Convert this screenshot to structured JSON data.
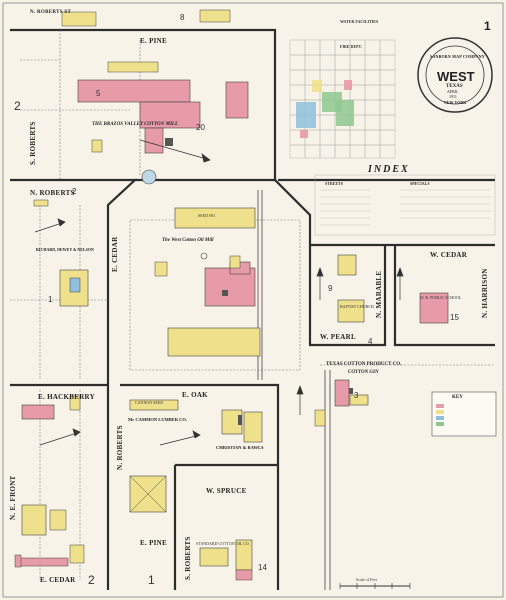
{
  "sheet": {
    "number": "1",
    "block_2_left": "2",
    "block_2_bottom": "2",
    "block_1_bottom": "1",
    "block_2_mid": "2",
    "block_1_left": "1",
    "block_20": "20",
    "block_5": "5",
    "block_8": "8",
    "block_9": "9",
    "block_15": "15",
    "block_14": "14",
    "block_4": "4",
    "block_3": "3"
  },
  "streets": {
    "n_roberts_top": "N. ROBERTS ST",
    "e_pine_top": "E. PINE",
    "s_roberts_left": "S. ROBERTS",
    "n_roberts_mid": "N. ROBERTS",
    "e_cedar_vert": "E. CEDAR",
    "n_marable": "N. MARABLE",
    "w_cedar": "W. CEDAR",
    "n_harrison": "N. HARRISON",
    "w_pearl": "W. PEARL",
    "e_hackberry": "E. HACKBERRY",
    "n_e_front": "N. E. FRONT",
    "e_cedar_bottom": "E. CEDAR",
    "e_oak": "E. OAK",
    "n_roberts_bottom": "N. ROBERTS",
    "e_pine_bottom": "E. PINE",
    "w_spruce": "W. SPRUCE",
    "s_roberts_bottom": "S. ROBERTS"
  },
  "businesses": {
    "cotton_mill": "THE BRAZOS VALLEY COTTON MILL",
    "oil_mill": "The West Cotton Oil Mill",
    "mccammon": "Mc CAMMON LUMBER CO.",
    "christian": "CHRISTIAN & RAWLS",
    "texas_cotton": "TEXAS COTTON PRODUCT CO.",
    "cotton_gin": "COTTON GIN",
    "dewey": "RICHARD, DEWEY & NELSON",
    "baptist": "BAPTIST CHURCH",
    "public_school": "W. R. PUBLIC SCHOOL",
    "standard": "STANDARD COTTON OIL CO.",
    "seed_house": "SEED HO.",
    "cannon_seed": "CANNON SEED"
  },
  "title_block": {
    "company": "SANBORN MAP COMPANY",
    "town": "WEST",
    "state": "TEXAS",
    "month": "APRIL",
    "year": "1911",
    "city_line": "NEW YORK"
  },
  "index": {
    "heading": "INDEX",
    "streets_col": "STREETS",
    "specials_col": "SPECIALS"
  },
  "legend": {
    "heading": "KEY"
  },
  "scale": {
    "label": "Scale of Feet"
  },
  "notes": {
    "water": "WATER FACILITIES",
    "fire": "FIRE DEPT."
  },
  "colors": {
    "pink": "#e79aa7",
    "yellow": "#efe08c",
    "blue": "#8fbfdc",
    "green": "#8fc78f",
    "street_line": "#3b3b3b",
    "paper": "#f6f2e6"
  }
}
